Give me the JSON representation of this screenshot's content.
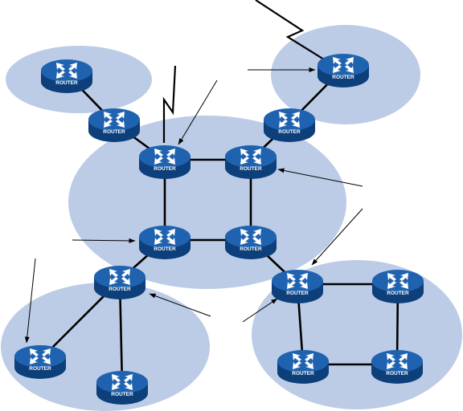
{
  "diagram": {
    "router_label": "ROUTER",
    "colors": {
      "area_fill": "#bccbe6",
      "router_top": "#1f63b0",
      "router_side": "#0d3f7a",
      "link": "#000000"
    },
    "areas": [
      {
        "id": "area-top-left"
      },
      {
        "id": "area-top-right"
      },
      {
        "id": "area-backbone"
      },
      {
        "id": "area-bottom-left"
      },
      {
        "id": "area-bottom-right"
      }
    ],
    "routers": [
      {
        "id": "r-tl-a"
      },
      {
        "id": "r-tl-b"
      },
      {
        "id": "r-tr-a"
      },
      {
        "id": "r-tr-b"
      },
      {
        "id": "r-core-nw"
      },
      {
        "id": "r-core-ne"
      },
      {
        "id": "r-core-sw"
      },
      {
        "id": "r-core-se"
      },
      {
        "id": "r-bl-hub"
      },
      {
        "id": "r-bl-left"
      },
      {
        "id": "r-bl-bottom"
      },
      {
        "id": "r-br-nw"
      },
      {
        "id": "r-br-ne"
      },
      {
        "id": "r-br-sw"
      },
      {
        "id": "r-br-se"
      }
    ]
  }
}
